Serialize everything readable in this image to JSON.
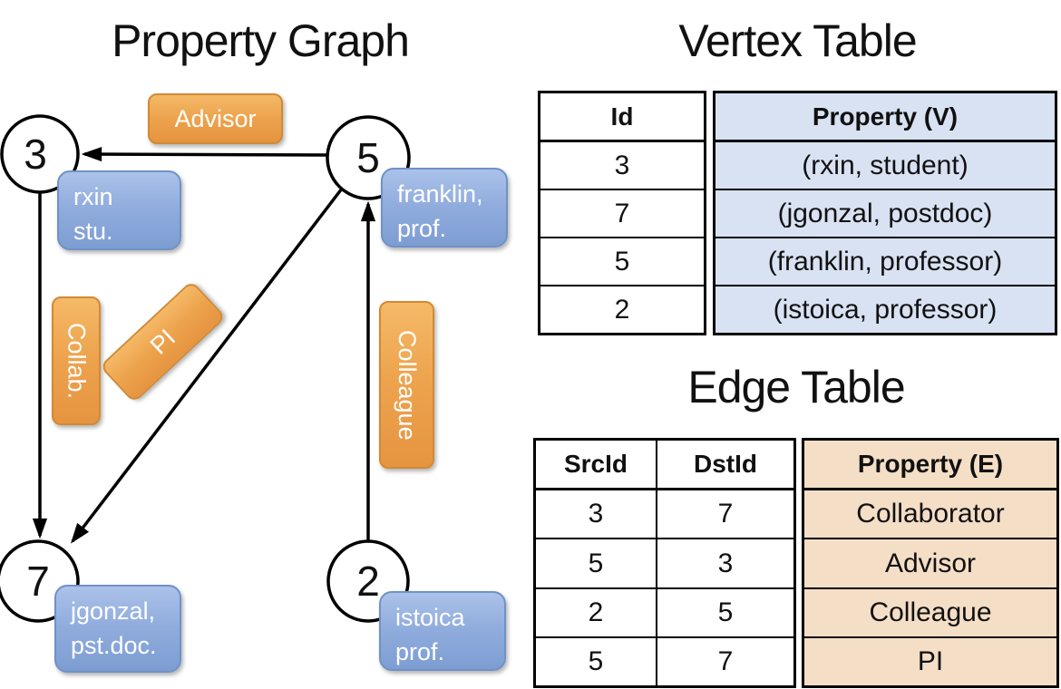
{
  "graph": {
    "title": "Property Graph",
    "nodes": [
      {
        "id": "3",
        "property_line1": "rxin",
        "property_line2": "stu."
      },
      {
        "id": "5",
        "property_line1": "franklin,",
        "property_line2": "prof."
      },
      {
        "id": "7",
        "property_line1": "jgonzal,",
        "property_line2": "pst.doc."
      },
      {
        "id": "2",
        "property_line1": "istoica",
        "property_line2": "prof."
      }
    ],
    "edge_labels": {
      "advisor": "Advisor",
      "collab": "Collab.",
      "pi": "PI",
      "colleague": "Colleague"
    },
    "edges_drawn": [
      {
        "from": "5",
        "to": "3",
        "label": "Advisor"
      },
      {
        "from": "3",
        "to": "7",
        "label": "Collab."
      },
      {
        "from": "5",
        "to": "7",
        "label": "PI"
      },
      {
        "from": "2",
        "to": "5",
        "label": "Colleague"
      }
    ]
  },
  "vertex_table": {
    "title": "Vertex Table",
    "headers": {
      "id": "Id",
      "property": "Property (V)"
    },
    "rows": [
      {
        "id": "3",
        "property": "(rxin, student)"
      },
      {
        "id": "7",
        "property": "(jgonzal, postdoc)"
      },
      {
        "id": "5",
        "property": "(franklin, professor)"
      },
      {
        "id": "2",
        "property": "(istoica, professor)"
      }
    ]
  },
  "edge_table": {
    "title": "Edge Table",
    "headers": {
      "src": "SrcId",
      "dst": "DstId",
      "property": "Property (E)"
    },
    "rows": [
      {
        "src": "3",
        "dst": "7",
        "property": "Collaborator"
      },
      {
        "src": "5",
        "dst": "3",
        "property": "Advisor"
      },
      {
        "src": "2",
        "dst": "5",
        "property": "Colleague"
      },
      {
        "src": "5",
        "dst": "7",
        "property": "PI"
      }
    ]
  },
  "colors": {
    "edge_label_orange": "#EDA34D",
    "property_box_blue": "#8FACDD",
    "vertex_property_fill": "#D8E2F2",
    "edge_property_fill": "#F5DEC6",
    "line_black": "#000000"
  }
}
